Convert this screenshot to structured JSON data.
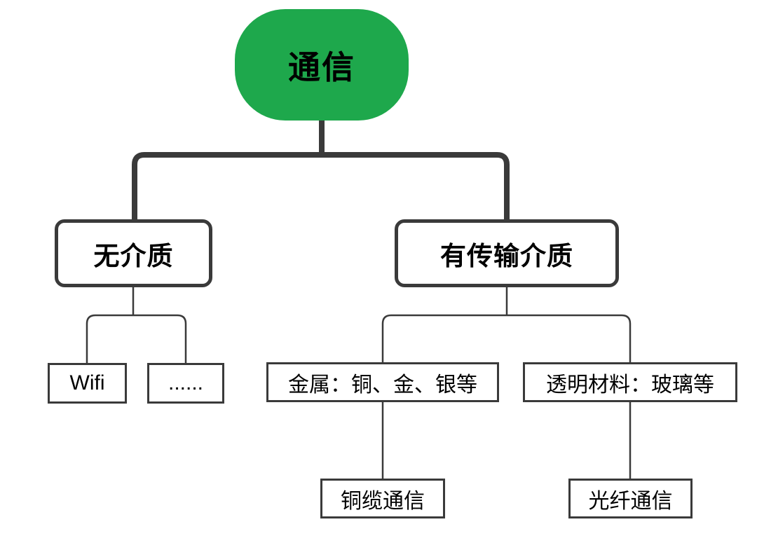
{
  "diagram": {
    "nodes": {
      "root": {
        "label": "通信"
      },
      "no_medium": {
        "label": "无介质"
      },
      "has_medium": {
        "label": "有传输介质"
      },
      "wifi": {
        "label": "Wifi"
      },
      "ellipsis": {
        "label": "......"
      },
      "metal": {
        "label": "金属：铜、金、银等"
      },
      "transparent": {
        "label": "透明材料：玻璃等"
      },
      "copper": {
        "label": "铜缆通信"
      },
      "fiber": {
        "label": "光纤通信"
      }
    },
    "edges": [
      [
        "root",
        "no_medium"
      ],
      [
        "root",
        "has_medium"
      ],
      [
        "no_medium",
        "wifi"
      ],
      [
        "no_medium",
        "ellipsis"
      ],
      [
        "has_medium",
        "metal"
      ],
      [
        "has_medium",
        "transparent"
      ],
      [
        "metal",
        "copper"
      ],
      [
        "transparent",
        "fiber"
      ]
    ],
    "colors": {
      "root_fill": "#1EA84C",
      "connector": "#3A3A3A",
      "box_border": "#3A3A3A",
      "text": "#000000",
      "background": "#FFFFFF"
    }
  }
}
